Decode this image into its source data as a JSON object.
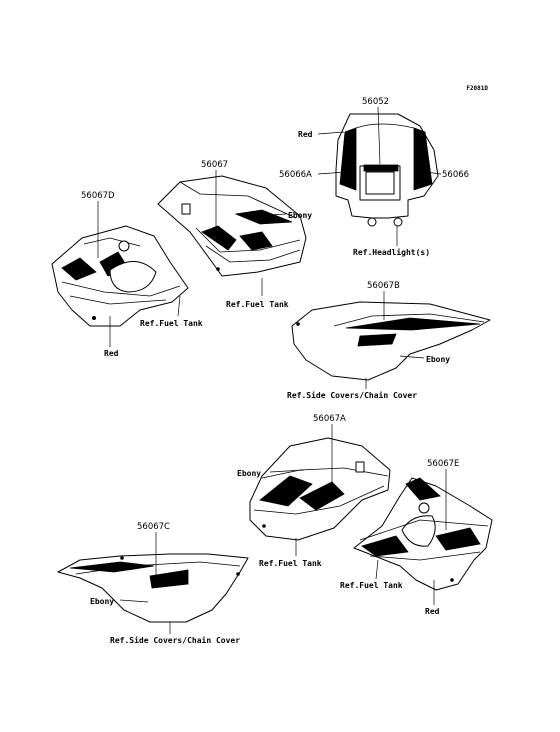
{
  "figure_code": "F2081D",
  "colors": {
    "ink": "#000000",
    "background": "#ffffff"
  },
  "parts": {
    "p56052": "56052",
    "p56066A": "56066A",
    "p56066": "56066",
    "p56067": "56067",
    "p56067D": "56067D",
    "p56067B": "56067B",
    "p56067A": "56067A",
    "p56067E": "56067E",
    "p56067C": "56067C"
  },
  "labels": {
    "red": "Red",
    "ebony": "Ebony",
    "ref_headlight": "Ref.Headlight(s)",
    "ref_fuel_tank": "Ref.Fuel Tank",
    "ref_side_covers": "Ref.Side Covers/Chain Cover"
  }
}
